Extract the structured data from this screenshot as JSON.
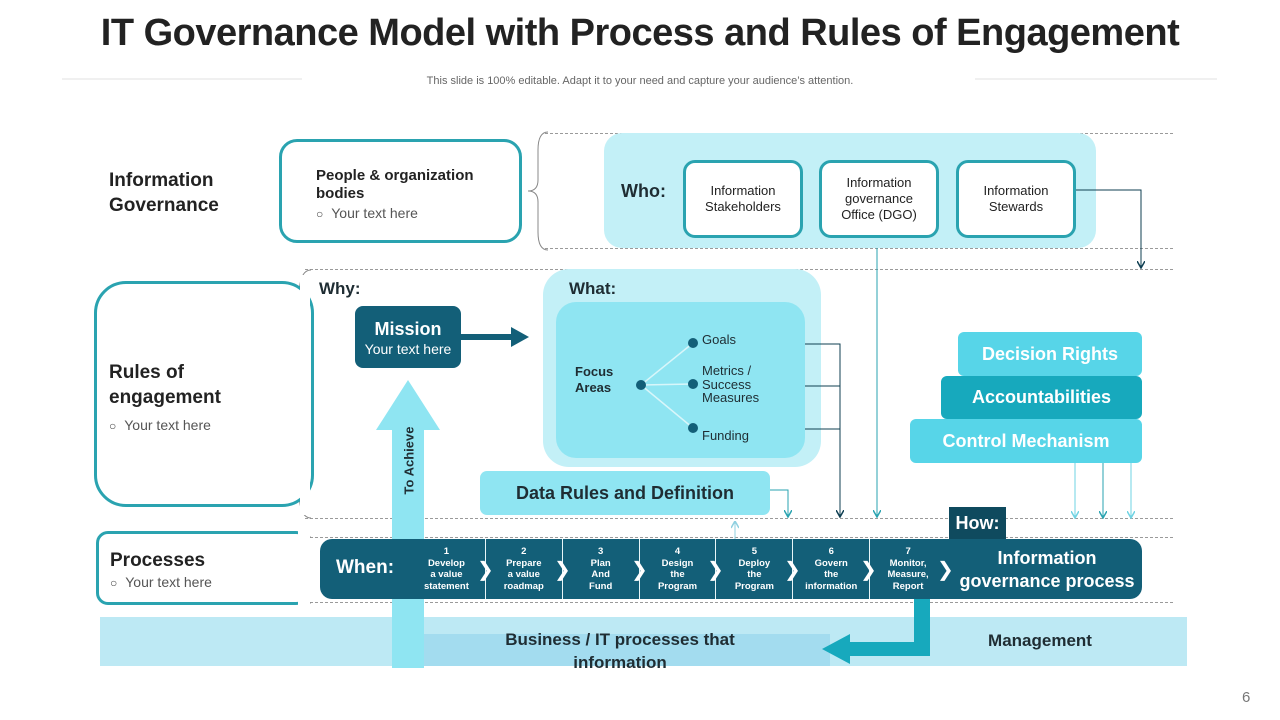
{
  "title": "IT Governance Model with Process and Rules of Engagement",
  "subtitle": "This slide is 100% editable. Adapt it to your need and capture your audience’s attention.",
  "rows": {
    "information_governance": {
      "label_line1": "Information",
      "label_line2": "Governance",
      "box_title_line1": "People & organization",
      "box_title_line2": "bodies",
      "box_bullet": "Your text here"
    },
    "rules_of_engagement": {
      "label_line1": "Rules of",
      "label_line2": "engagement",
      "bullet": "Your text here"
    },
    "processes": {
      "label": "Processes",
      "bullet": "Your text here"
    }
  },
  "who": {
    "label": "Who:",
    "boxes": [
      {
        "line1": "Information",
        "line2": "Stakeholders",
        "line3": ""
      },
      {
        "line1": "Information",
        "line2": "governance",
        "line3": "Office (DGO)"
      },
      {
        "line1": "Information",
        "line2": "Stewards",
        "line3": ""
      }
    ]
  },
  "why": {
    "label": "Why:",
    "mission_title": "Mission",
    "mission_text": "Your text here",
    "arrow_label": "To Achieve"
  },
  "what": {
    "label": "What:",
    "focus_line1": "Focus",
    "focus_line2": "Areas",
    "items": [
      {
        "line1": "Goals",
        "line2": "",
        "line3": ""
      },
      {
        "line1": "Metrics /",
        "line2": "Success",
        "line3": "Measures"
      },
      {
        "line1": "Funding",
        "line2": "",
        "line3": ""
      }
    ],
    "data_rules": "Data Rules and Definition"
  },
  "stack": {
    "items": [
      "Decision Rights",
      "Accountabilities",
      "Control Mechanism"
    ],
    "colors": [
      "#57d5e8",
      "#17a9bd",
      "#57d5e8"
    ]
  },
  "how": {
    "label": "How:"
  },
  "when": {
    "label": "When:",
    "steps": [
      {
        "num": "1",
        "l1": "Develop",
        "l2": "a value",
        "l3": "statement"
      },
      {
        "num": "2",
        "l1": "Prepare",
        "l2": "a value",
        "l3": "roadmap"
      },
      {
        "num": "3",
        "l1": "Plan",
        "l2": "And",
        "l3": "Fund"
      },
      {
        "num": "4",
        "l1": "Design",
        "l2": "the",
        "l3": "Program"
      },
      {
        "num": "5",
        "l1": "Deploy",
        "l2": "the",
        "l3": "Program"
      },
      {
        "num": "6",
        "l1": "Govern",
        "l2": "the",
        "l3": "information"
      },
      {
        "num": "7",
        "l1": "Monitor,",
        "l2": "Measure,",
        "l3": "Report"
      }
    ],
    "process_line1": "Information",
    "process_line2": "governance process"
  },
  "bottom": {
    "business_line1": "Business / IT processes that",
    "business_line2": "information",
    "management": "Management"
  },
  "page_number": "6",
  "colors": {
    "teal_border": "#2aa3b0",
    "dark_teal": "#135f78",
    "light_cyan": "#c3f0f7",
    "mid_cyan": "#8fe5f2",
    "bright_cyan": "#57d5e8"
  }
}
